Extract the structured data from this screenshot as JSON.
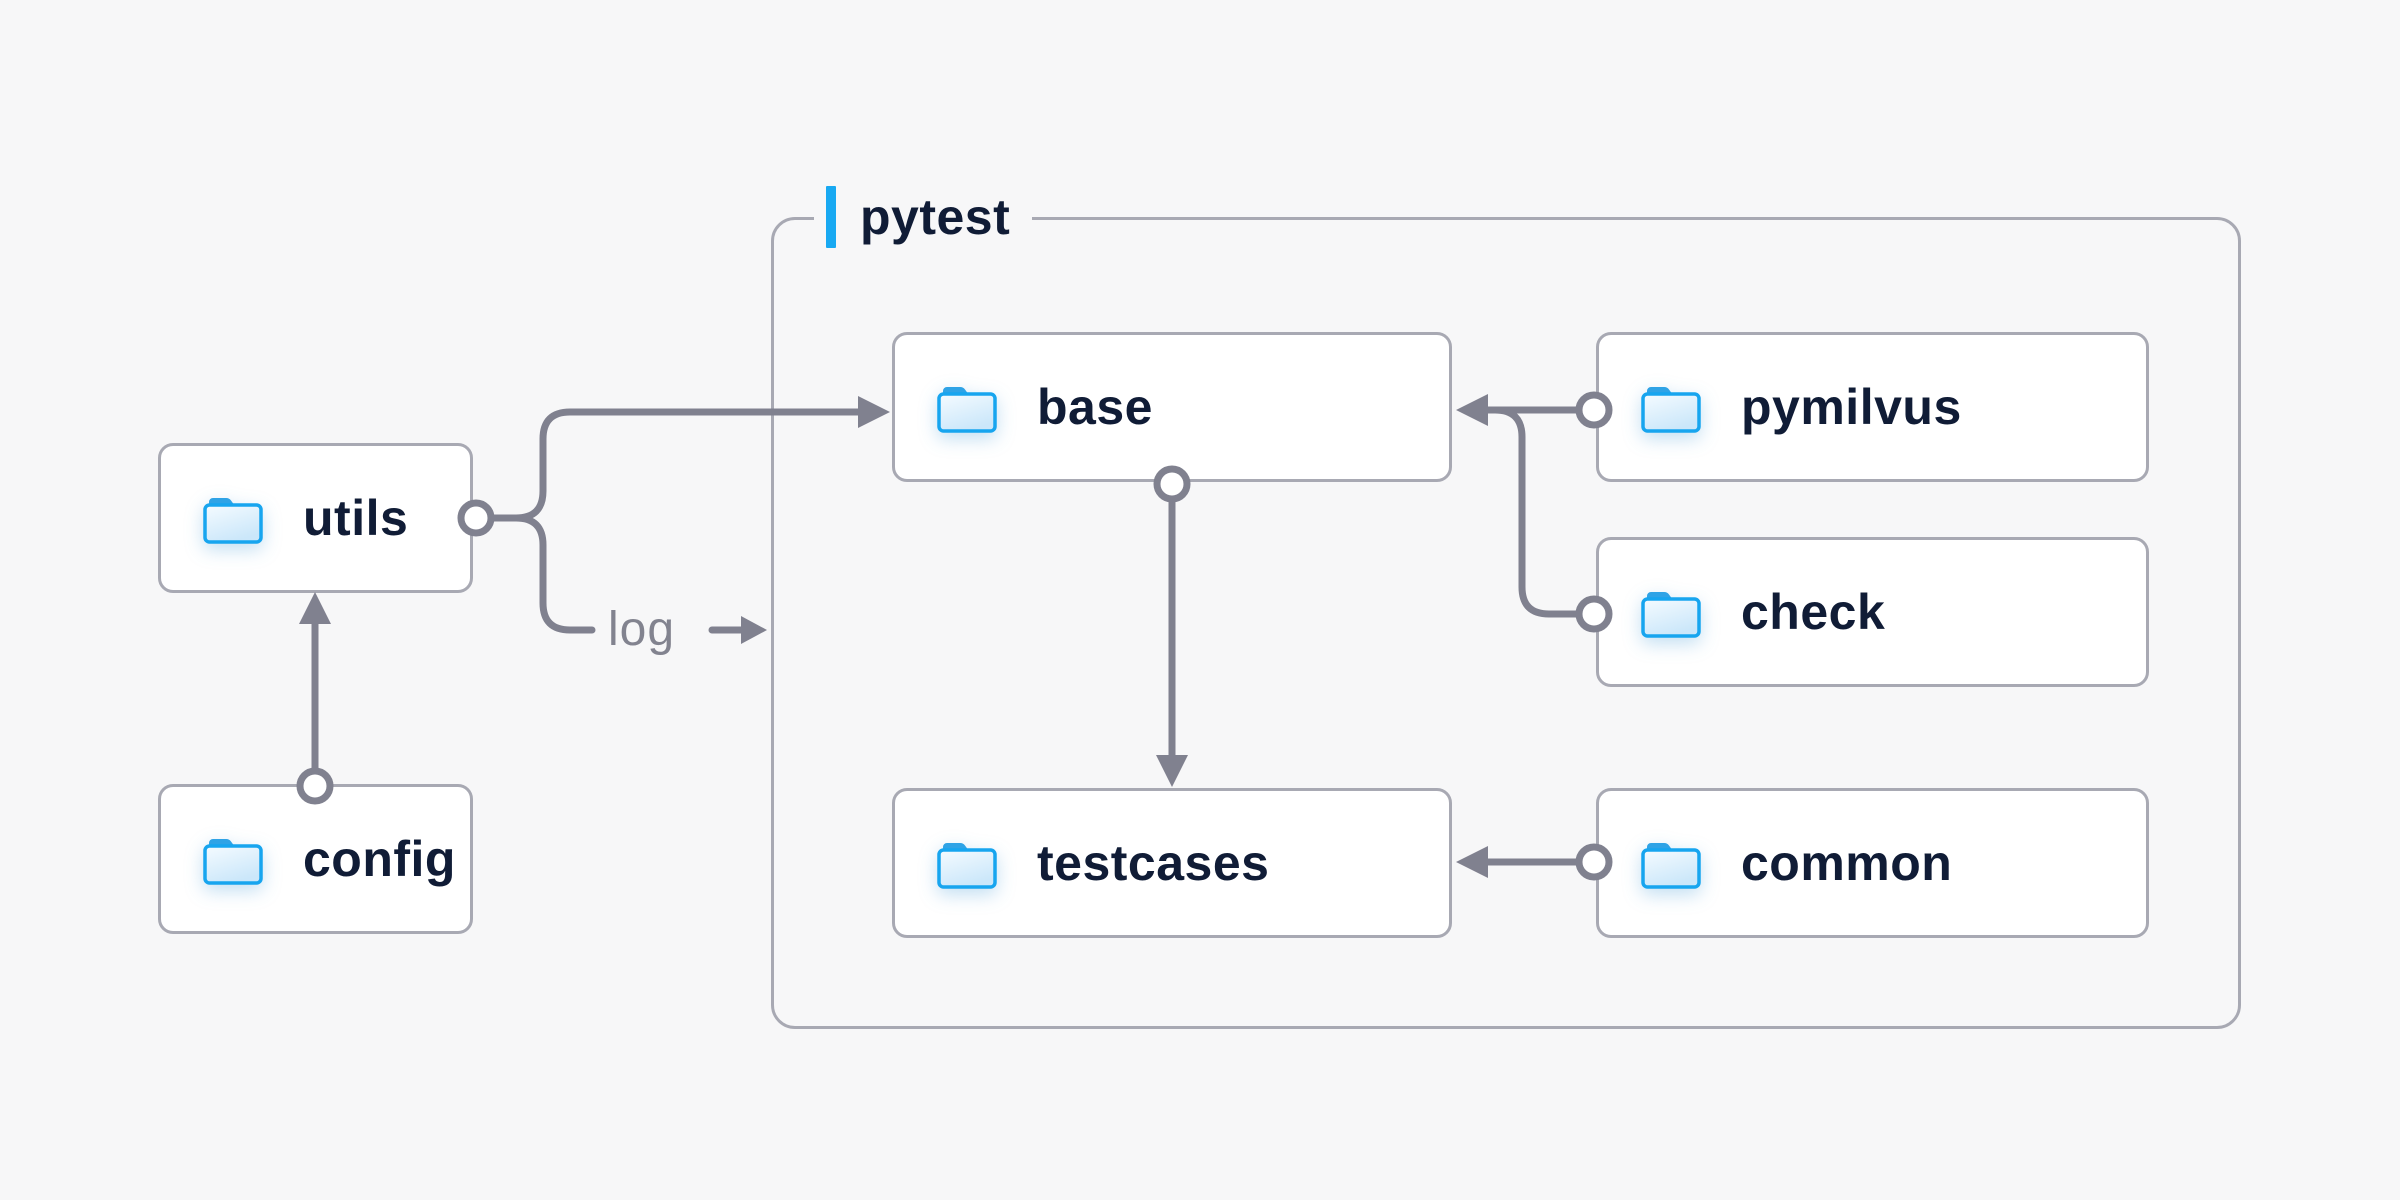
{
  "container": {
    "label": "pytest"
  },
  "nodes": {
    "utils": {
      "label": "utils"
    },
    "config": {
      "label": "config"
    },
    "base": {
      "label": "base"
    },
    "pymilvus": {
      "label": "pymilvus"
    },
    "check": {
      "label": "check"
    },
    "testcases": {
      "label": "testcases"
    },
    "common": {
      "label": "common"
    }
  },
  "edge_labels": {
    "log": "log"
  },
  "edges": [
    {
      "from": "config",
      "to": "utils"
    },
    {
      "from": "utils",
      "to": "base"
    },
    {
      "from": "utils",
      "to": "log-out",
      "label": "log"
    },
    {
      "from": "pymilvus",
      "to": "base"
    },
    {
      "from": "check",
      "to": "base"
    },
    {
      "from": "base",
      "to": "testcases"
    },
    {
      "from": "common",
      "to": "testcases"
    }
  ],
  "icons": {
    "node_icon": "folder-icon"
  },
  "colors": {
    "background": "#f7f7f8",
    "node_fill": "#ffffff",
    "node_border": "#a8a9b3",
    "container_border": "#a8a9b3",
    "edge": "#80818f",
    "text": "#101c36",
    "edge_label_text": "#82838f",
    "accent_blue": "#18a9f2",
    "folder_stroke": "#17a5ef",
    "folder_tab": "#2fa3e6",
    "folder_fill_light": "#f5fbff",
    "folder_fill_dark": "#cbe7fa"
  }
}
